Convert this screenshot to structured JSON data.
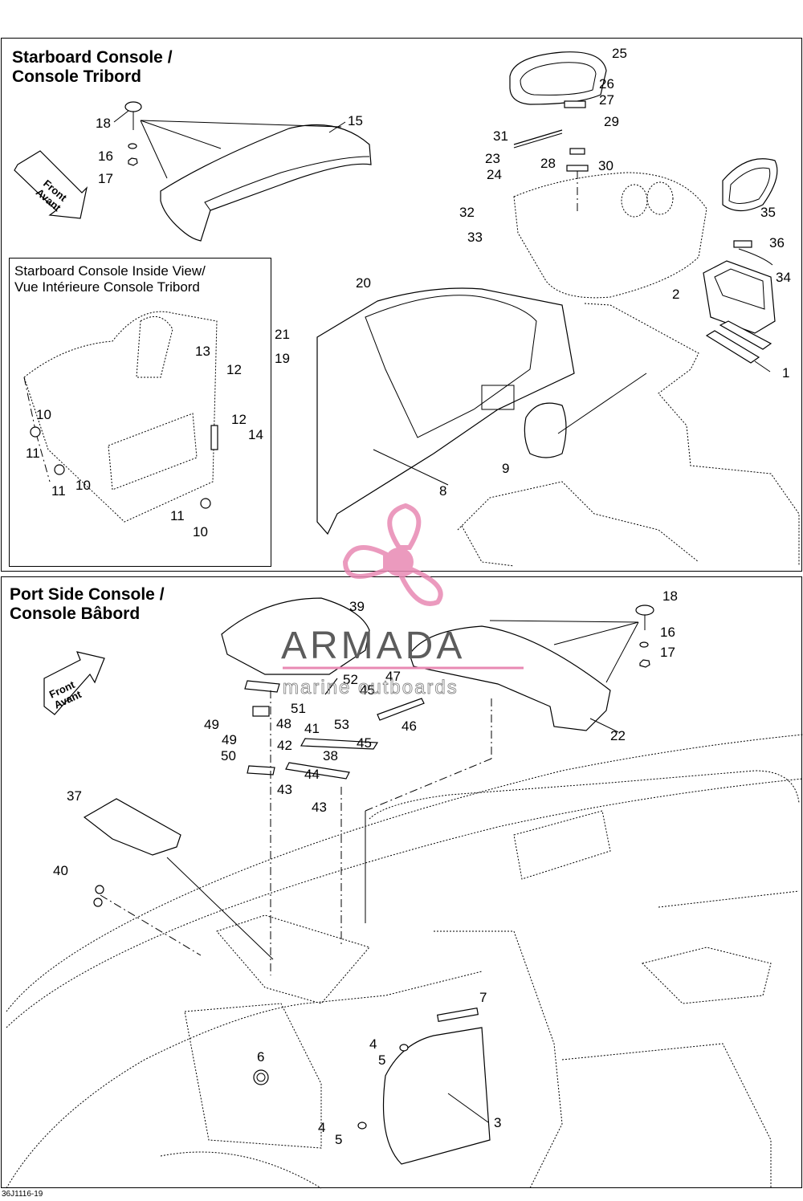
{
  "top_panel": {
    "title": "Starboard Console /\nConsole Tribord",
    "inset_title": "Starboard Console Inside View/\nVue Intérieure Console Tribord",
    "front_label": "Front\nAvant"
  },
  "bottom_panel": {
    "title": "Port Side Console /\nConsole Bâbord",
    "front_label": "Front\nAvant"
  },
  "callouts_top": [
    "25",
    "26",
    "27",
    "31",
    "29",
    "23",
    "28",
    "30",
    "24",
    "32",
    "33",
    "35",
    "36",
    "34",
    "2",
    "1",
    "18",
    "15",
    "16",
    "17",
    "20",
    "21",
    "19",
    "8",
    "9",
    "13",
    "12",
    "12",
    "14",
    "10",
    "11",
    "11",
    "10",
    "11",
    "10"
  ],
  "callouts_bottom": [
    "39",
    "18",
    "16",
    "17",
    "52",
    "45",
    "47",
    "51",
    "48",
    "49",
    "53",
    "46",
    "45",
    "41",
    "49",
    "42",
    "38",
    "50",
    "44",
    "43",
    "43",
    "22",
    "37",
    "40",
    "7",
    "4",
    "5",
    "6",
    "3",
    "4",
    "5"
  ],
  "watermark": {
    "brand": "ARMADA",
    "tagline": "marine outboards",
    "accent_color": "#e889b3"
  },
  "footer_code": "36J1116-19"
}
